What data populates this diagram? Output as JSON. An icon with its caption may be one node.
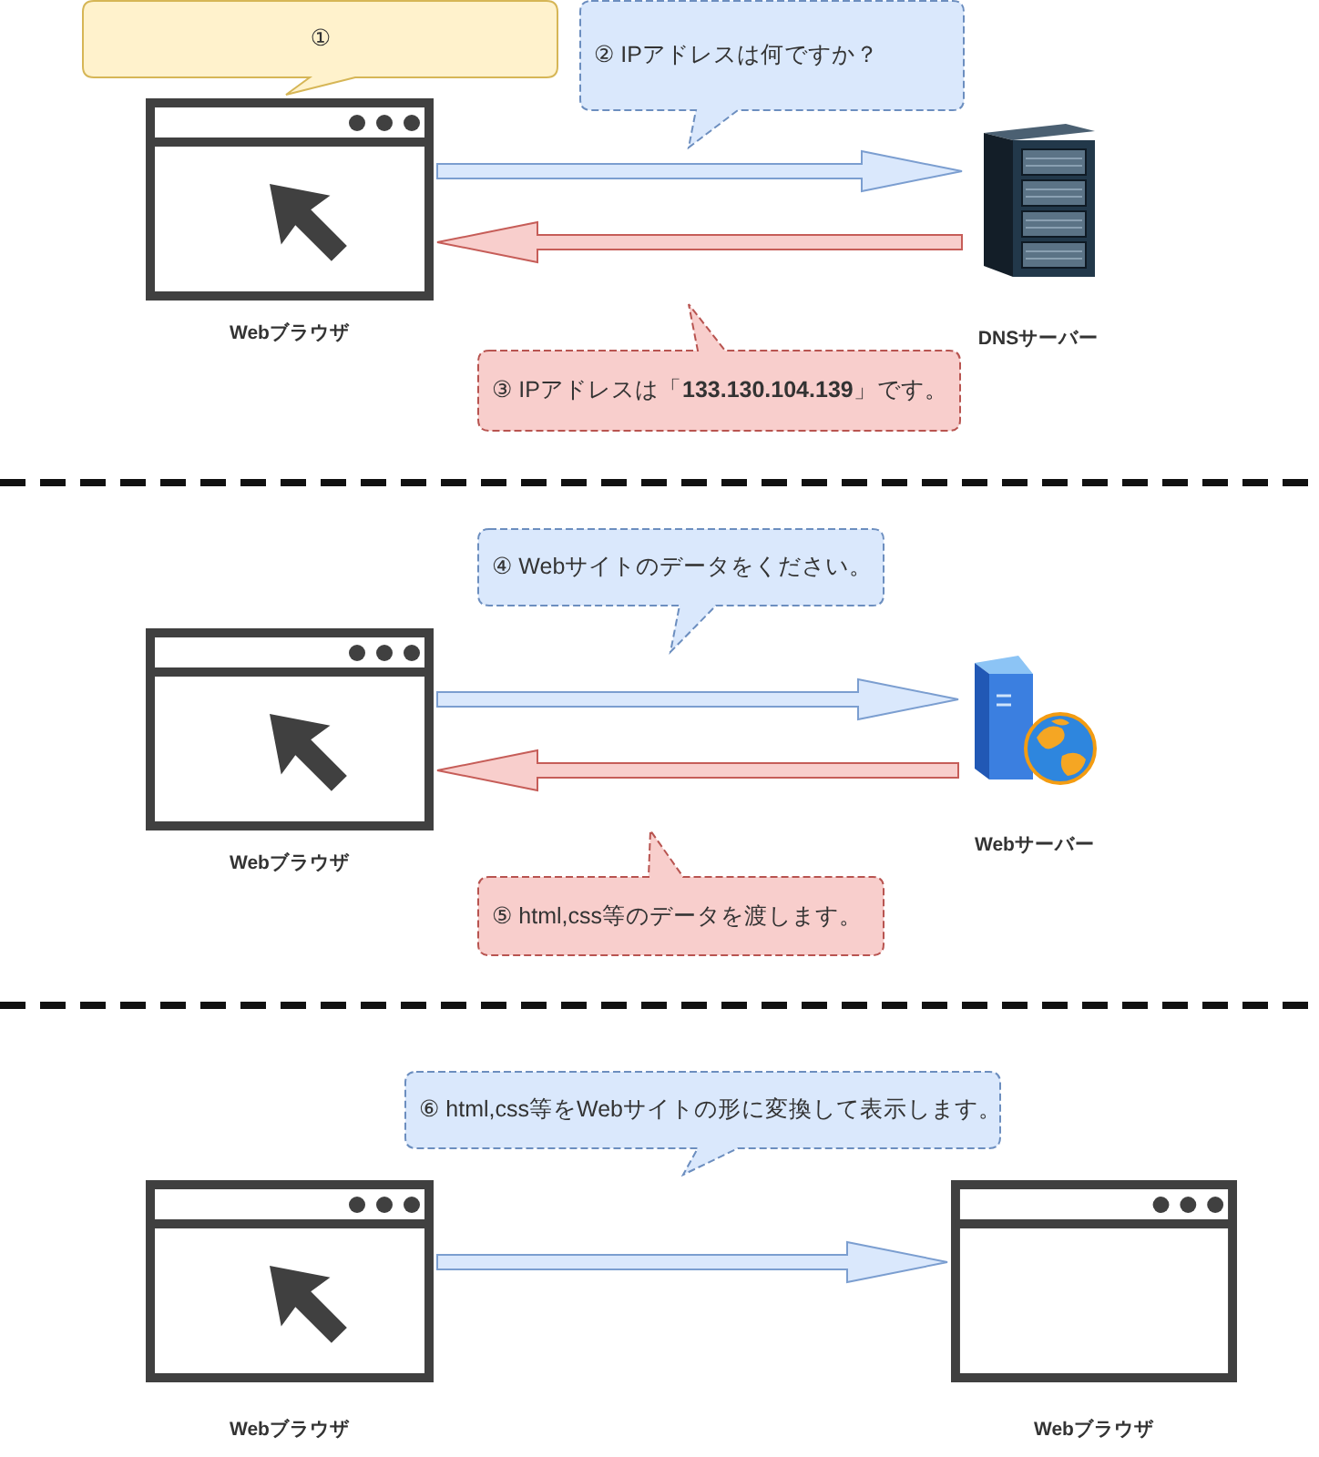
{
  "diagram": {
    "nodes": [
      {
        "text": [
          "①"
        ]
      },
      {
        "text": [
          "② IPアドレスは何ですか？"
        ]
      },
      {
        "text": [
          "Webブラウザ"
        ]
      },
      {
        "text": [
          "DNSサーバー"
        ]
      },
      {
        "text": [
          "③ IPアドレスは「**133.130.104.139**」です。"
        ]
      },
      {
        "text": [
          "④ Webサイトのデータをください。"
        ]
      },
      {
        "text": [
          "Webブラウザ"
        ]
      },
      {
        "text": [
          "Webサーバー"
        ]
      },
      {
        "text": [
          "⑤ html,css等のデータを渡します。"
        ]
      },
      {
        "text": [
          "⑥ html,css等をWebサイトの形に変換して表示します。"
        ]
      },
      {
        "text": [
          "Webブラウザ"
        ]
      },
      {
        "text": [
          "Webブラウザ"
        ]
      }
    ],
    "edges": [
      {
        "from": 2,
        "to": 3,
        "arrow": "to"
      },
      {
        "from": 3,
        "to": 2,
        "arrow": "to",
        "color": "#f8cecc"
      },
      {
        "from": 6,
        "to": 7,
        "arrow": "to"
      },
      {
        "from": 7,
        "to": 6,
        "arrow": "to",
        "color": "#f8cecc"
      },
      {
        "from": 10,
        "to": 11,
        "arrow": "to"
      }
    ]
  }
}
